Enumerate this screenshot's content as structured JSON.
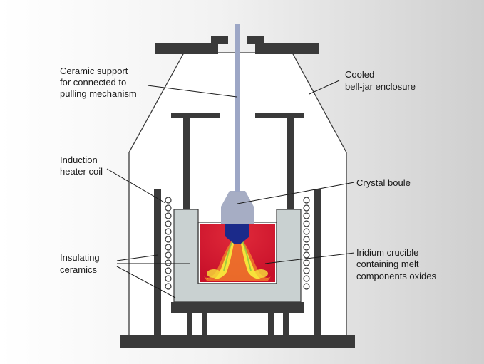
{
  "labels": {
    "ceramic_support": [
      "Ceramic support",
      "for connected to",
      "pulling mechanism"
    ],
    "enclosure": [
      "Cooled",
      "bell-jar enclosure"
    ],
    "heater_coil": [
      "Induction",
      "heater coil"
    ],
    "crystal_boule": [
      "Crystal boule"
    ],
    "insulating": [
      "Insulating",
      "ceramics"
    ],
    "crucible": [
      "Iridium crucible",
      "containing melt",
      "components oxides"
    ]
  },
  "colors": {
    "structure": "#3a3a3a",
    "rod": "#9da7c6",
    "boule": "#a6adc4",
    "seed": "#1b2a8a",
    "insulation": "#c9d1d1",
    "melt_red": "#d81c2a",
    "melt_orange": "#f07a2a",
    "melt_yellow": "#f7e23a"
  }
}
